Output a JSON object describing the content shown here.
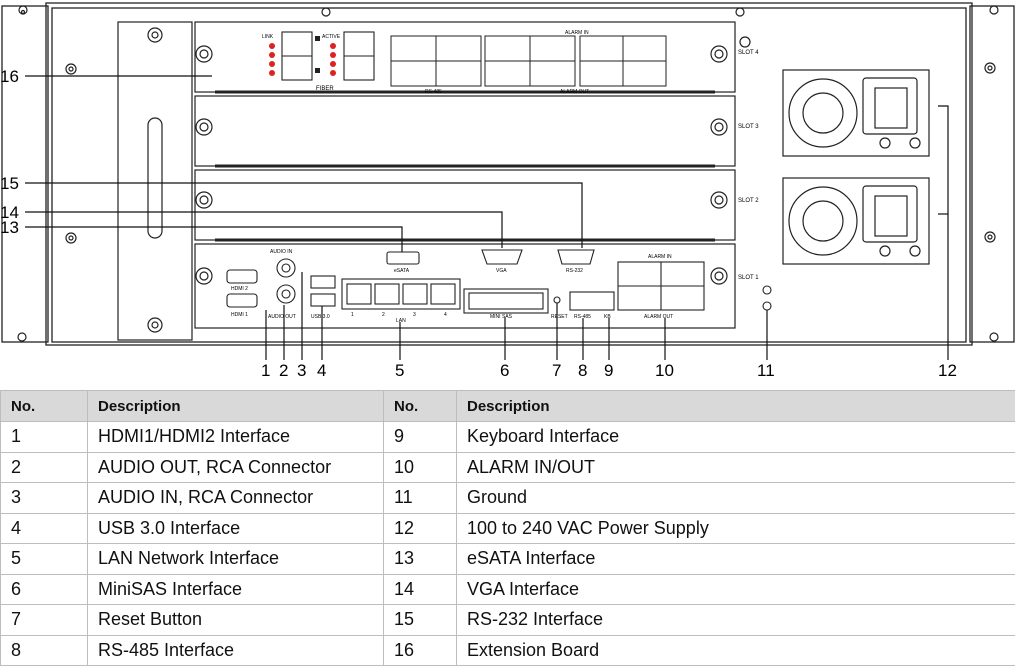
{
  "diagram": {
    "callouts": [
      "16",
      "15",
      "14",
      "13",
      "1",
      "2",
      "3",
      "4",
      "5",
      "6",
      "7",
      "8",
      "9",
      "10",
      "11",
      "12"
    ],
    "panel_labels": {
      "slot1": "SLOT 1",
      "slot2": "SLOT 2",
      "slot3": "SLOT 3",
      "slot4": "SLOT 4",
      "fiber": "FIBER",
      "link": "LINK",
      "active": "ACTIVE",
      "alarm_in": "ALARM IN",
      "alarm_out": "ALARM OUT",
      "rs485": "RS-485",
      "kb": "KB",
      "audio_in": "AUDIO IN",
      "audio_out": "AUDIO OUT",
      "hdmi2": "HDMI 2",
      "hdmi1": "HDMI 1",
      "usb": "USB 3.0",
      "lan": "LAN",
      "esata": "eSATA",
      "vga": "VGA",
      "rs232": "RS-232",
      "minisas": "MINI SAS",
      "reset": "RESET",
      "port1": "1",
      "port2": "2",
      "port3": "3",
      "port4": "4"
    }
  },
  "table": {
    "headers": [
      "No.",
      "Description",
      "No.",
      "Description"
    ],
    "rows": [
      {
        "no_a": "1",
        "desc_a": "HDMI1/HDMI2 Interface",
        "no_b": "9",
        "desc_b": "Keyboard Interface"
      },
      {
        "no_a": "2",
        "desc_a": "AUDIO OUT, RCA Connector",
        "no_b": "10",
        "desc_b": "ALARM IN/OUT"
      },
      {
        "no_a": "3",
        "desc_a": "AUDIO IN, RCA Connector",
        "no_b": "11",
        "desc_b": "Ground"
      },
      {
        "no_a": "4",
        "desc_a": "USB 3.0 Interface",
        "no_b": "12",
        "desc_b": "100 to 240 VAC Power Supply"
      },
      {
        "no_a": "5",
        "desc_a": "LAN Network Interface",
        "no_b": "13",
        "desc_b": "eSATA Interface"
      },
      {
        "no_a": "6",
        "desc_a": "MiniSAS Interface",
        "no_b": "14",
        "desc_b": "VGA Interface"
      },
      {
        "no_a": "7",
        "desc_a": "Reset Button",
        "no_b": "15",
        "desc_b": "RS-232 Interface"
      },
      {
        "no_a": "8",
        "desc_a": "RS-485 Interface",
        "no_b": "16",
        "desc_b": "Extension Board"
      }
    ]
  }
}
